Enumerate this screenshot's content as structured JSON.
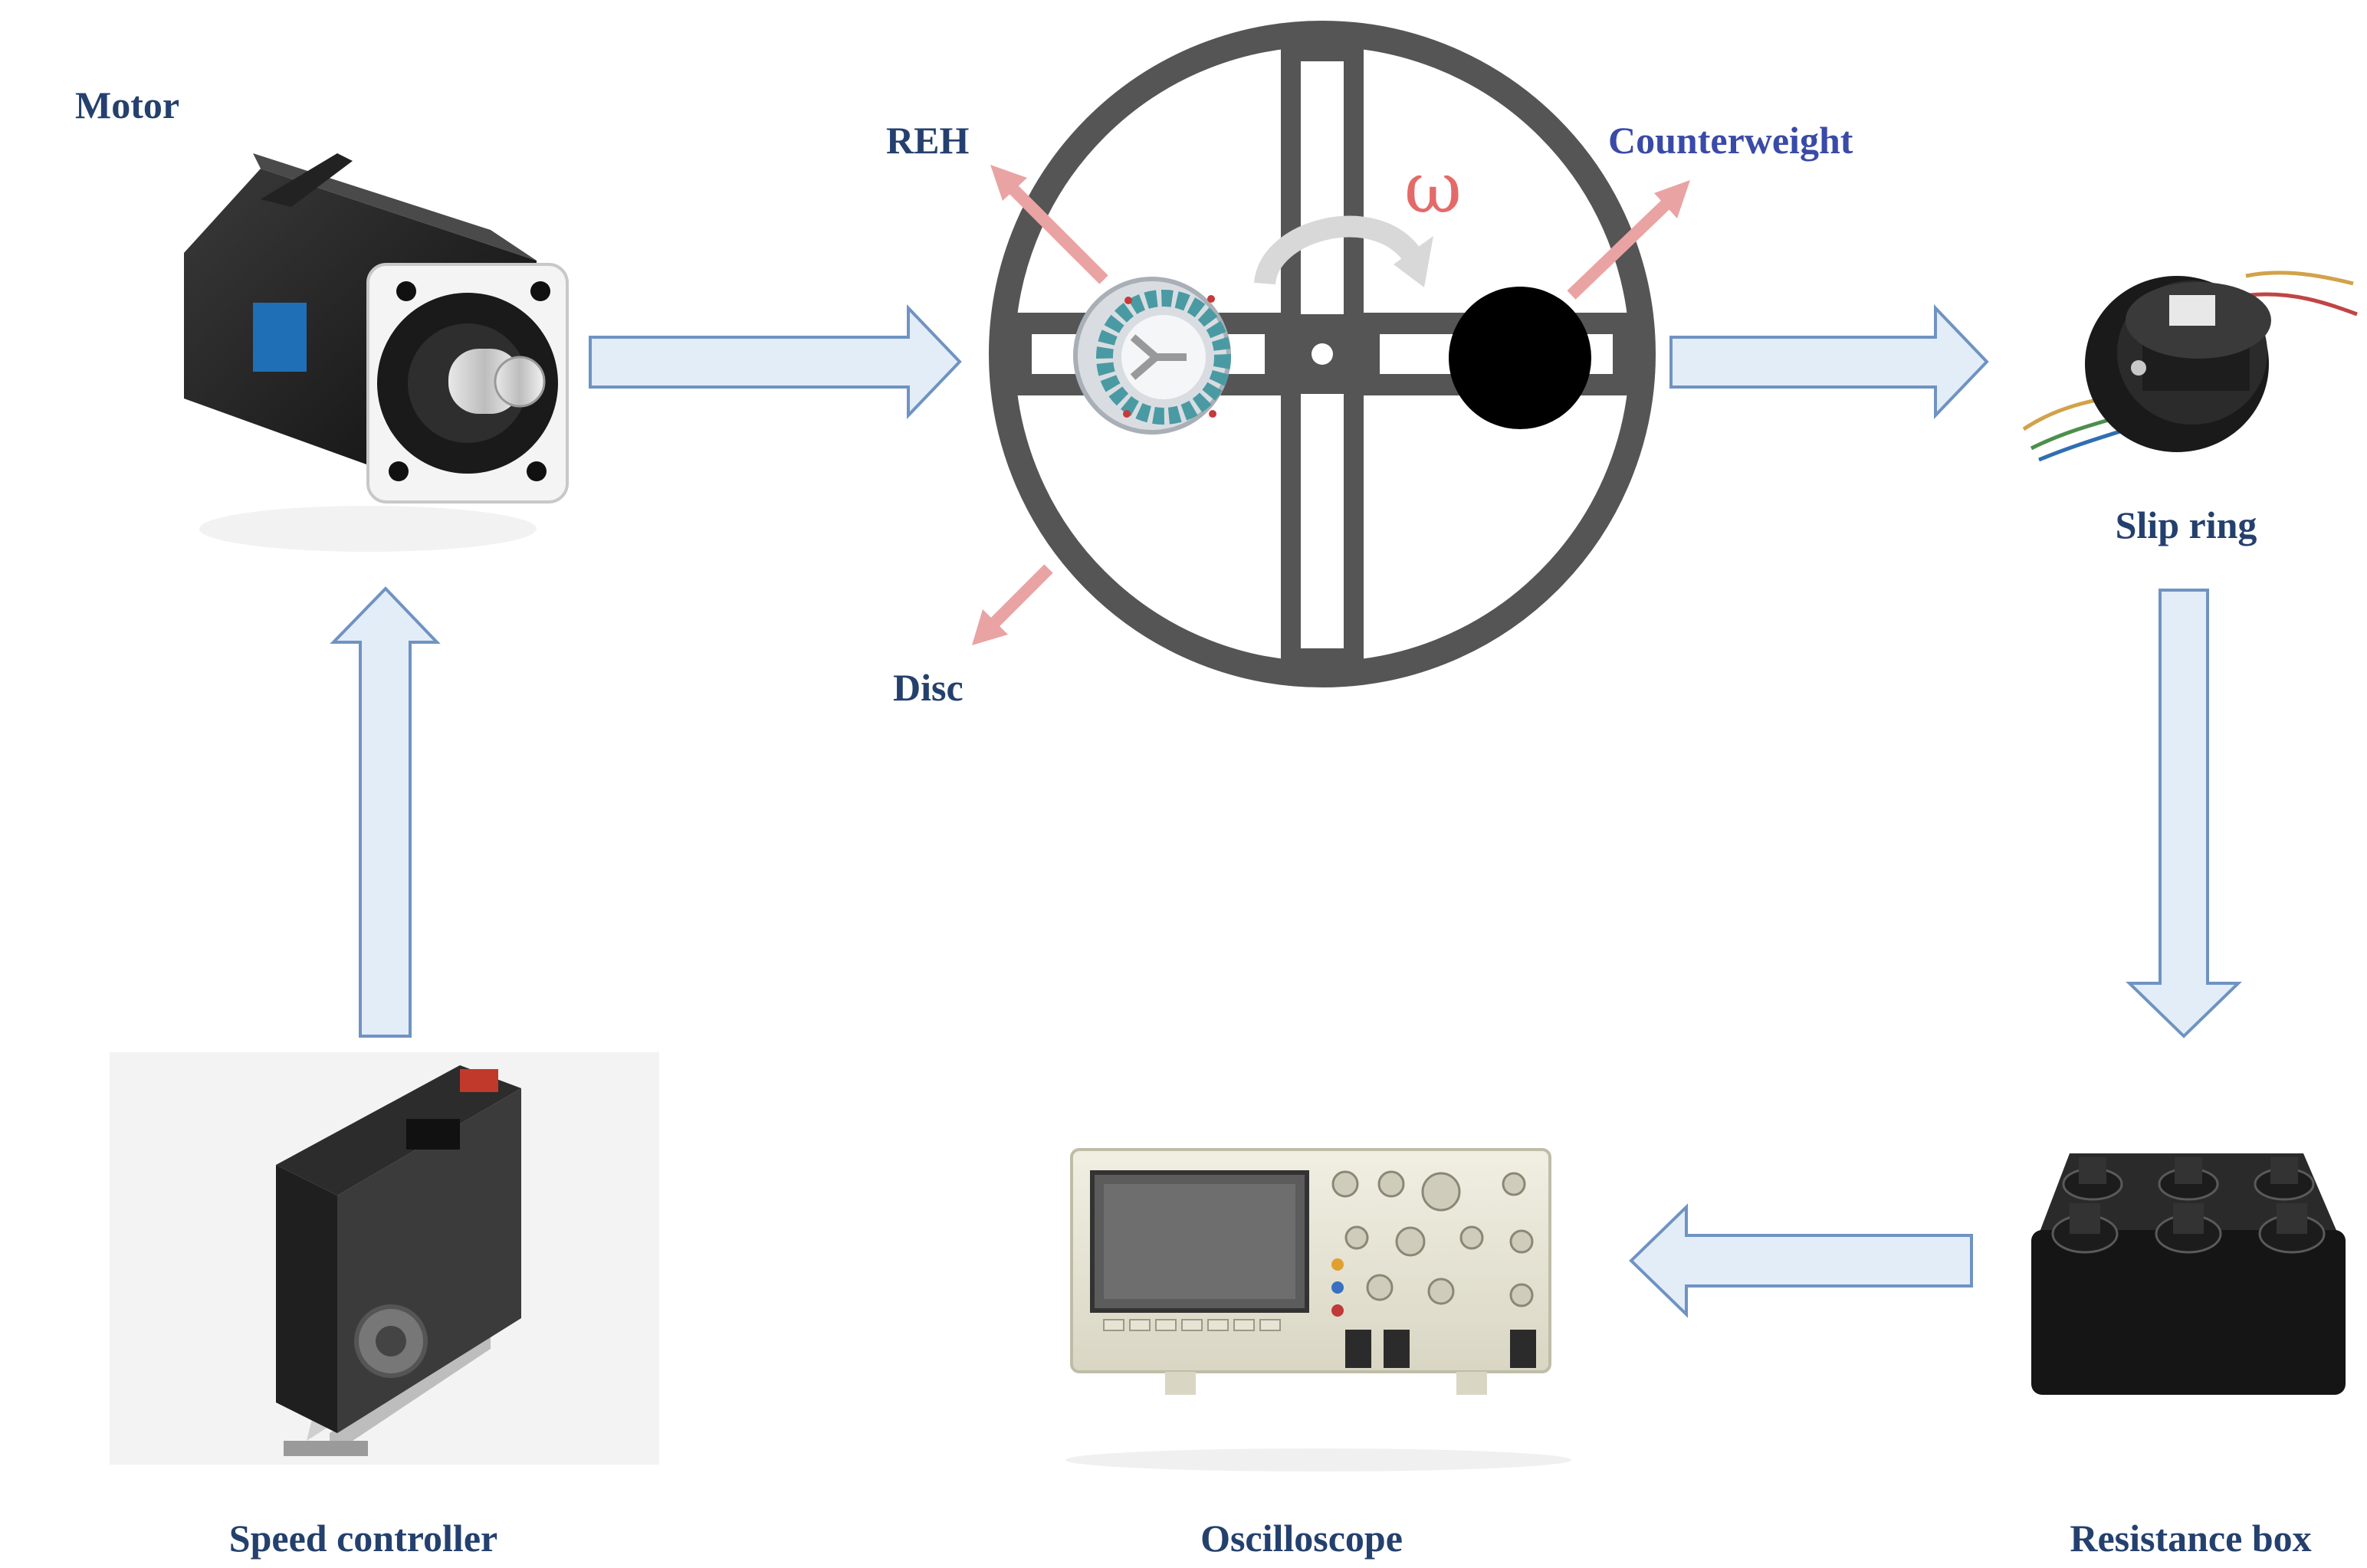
{
  "labels": {
    "motor": "Motor",
    "reh": "REH",
    "counterweight": "Counterweight",
    "disc": "Disc",
    "slip_ring": "Slip ring",
    "speed_controller": "Speed controller",
    "oscilloscope": "Oscilloscope",
    "resistance_box": "Resistance box",
    "omega": "ω"
  },
  "colors": {
    "label_text": "#24406e",
    "counterweight_text": "#3a4aa8",
    "arrow_fill": "#e3edf8",
    "arrow_stroke": "#6f93c2",
    "disc_frame": "#555555",
    "pointer_red": "#e9a3a3",
    "omega_red": "#e46a6a"
  },
  "icons": {
    "motor": "servo-motor-photo",
    "slip_ring": "slip-ring-photo",
    "speed_controller": "servo-drive-photo",
    "oscilloscope": "oscilloscope-photo",
    "resistance_box": "resistance-box-photo",
    "disc": "rotating-disc-schematic"
  }
}
